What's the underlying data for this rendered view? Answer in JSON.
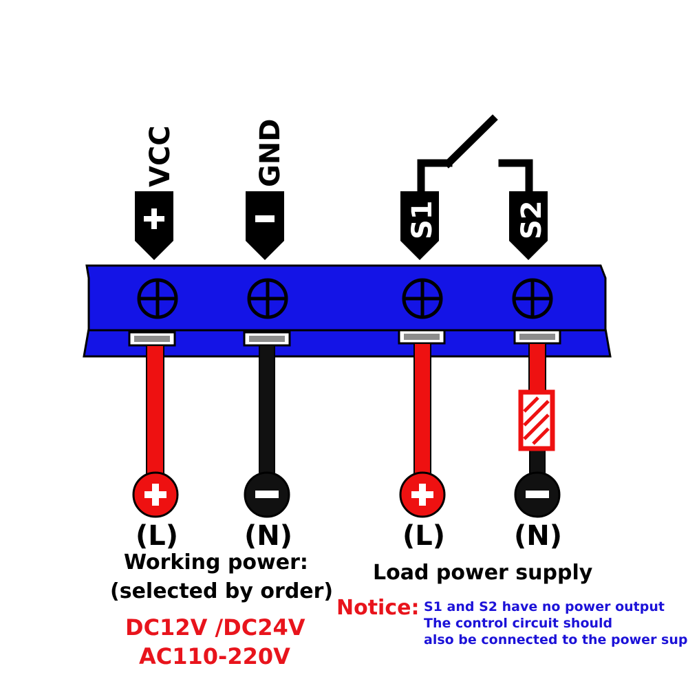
{
  "terminals": {
    "vcc": {
      "label": "VCC",
      "symbol": "+",
      "bottom": "(L)",
      "bottom_symbol": "+"
    },
    "gnd": {
      "label": "GND",
      "symbol": "-",
      "bottom": "(N)",
      "bottom_symbol": "-"
    },
    "s1": {
      "label": "S1",
      "bottom": "(L)",
      "bottom_symbol": "+"
    },
    "s2": {
      "label": "S2",
      "bottom": "(N)",
      "bottom_symbol": "-"
    }
  },
  "working_power": {
    "title_line1": "Working power:",
    "title_line2": "(selected by order)",
    "voltage_line1": "DC12V /DC24V",
    "voltage_line2": "AC110-220V"
  },
  "load_power": {
    "title": "Load power supply"
  },
  "notice": {
    "label": "Notice:",
    "line1": "S1 and S2 have no power output",
    "line2": "The control circuit should",
    "line3": "also be connected to the power supply"
  },
  "colors": {
    "block": "#1414e6",
    "wire_red": "#ee1111",
    "wire_black": "#111111",
    "notice_red": "#e8141c",
    "notice_blue": "#1c12d8"
  }
}
